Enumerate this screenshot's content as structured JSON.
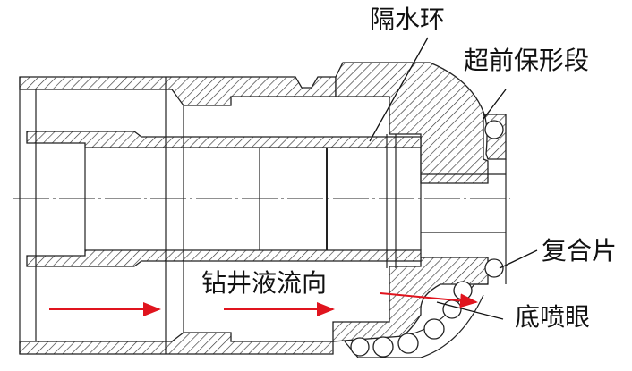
{
  "labels": {
    "water_isolation_ring": "隔水环",
    "advance_shape_section": "超前保形段",
    "composite_cutter": "复合片",
    "bottom_nozzle": "底喷眼",
    "fluid_flow_direction": "钻井液流向"
  },
  "colors": {
    "line": "#222222",
    "flow_arrow": "#e0141e"
  }
}
